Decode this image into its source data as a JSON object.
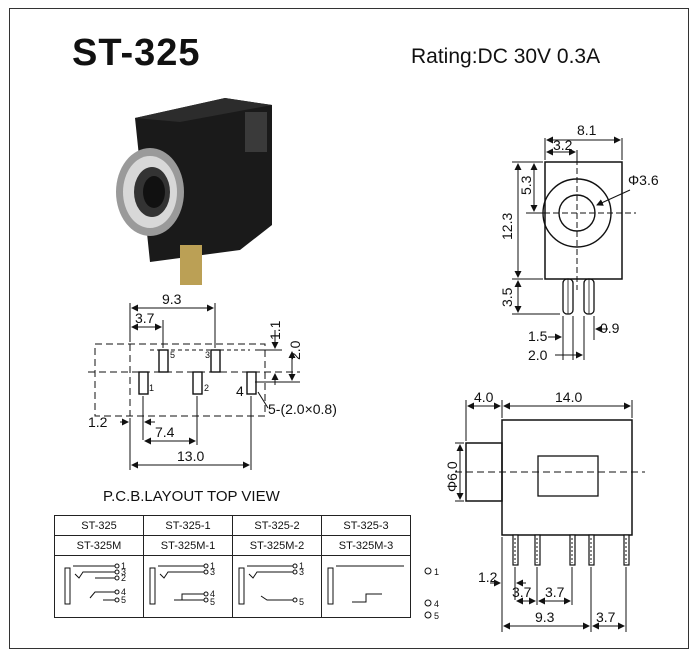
{
  "header": {
    "model": "ST-325",
    "rating": "Rating:DC 30V 0.3A"
  },
  "front_view": {
    "width": "8.1",
    "center_offset": "3.2",
    "hole_dia": "Φ3.6",
    "height": "12.3",
    "hole_height": "5.3",
    "pin_length": "3.5",
    "pin_pitch": "1.5",
    "pin_width": "0.9",
    "pin_span": "2.0"
  },
  "pcb_layout": {
    "title": "P.C.B.LAYOUT TOP VIEW",
    "overall_pitch": "9.3",
    "first_pitch": "3.7",
    "row_gap_small": "1.1",
    "row_gap": "2.0",
    "edge_offset": "1.2",
    "mid_pitch": "7.4",
    "total_width": "13.0",
    "pad_spec": "5-(2.0×0.8)",
    "pads": [
      "1",
      "2",
      "3",
      "4",
      "5"
    ]
  },
  "side_view": {
    "nose_length": "4.0",
    "body_length": "14.0",
    "nose_dia": "Φ6.0",
    "edge_offset": "1.2",
    "pitch_a": "3.7",
    "pitch_b": "3.7",
    "span": "9.3",
    "tail_pitch": "3.7"
  },
  "variants": {
    "row1": [
      "ST-325",
      "ST-325-1",
      "ST-325-2",
      "ST-325-3"
    ],
    "row2": [
      "ST-325M",
      "ST-325M-1",
      "ST-325M-2",
      "ST-325M-3"
    ],
    "pins": [
      "1",
      "2",
      "3",
      "4",
      "5"
    ]
  }
}
